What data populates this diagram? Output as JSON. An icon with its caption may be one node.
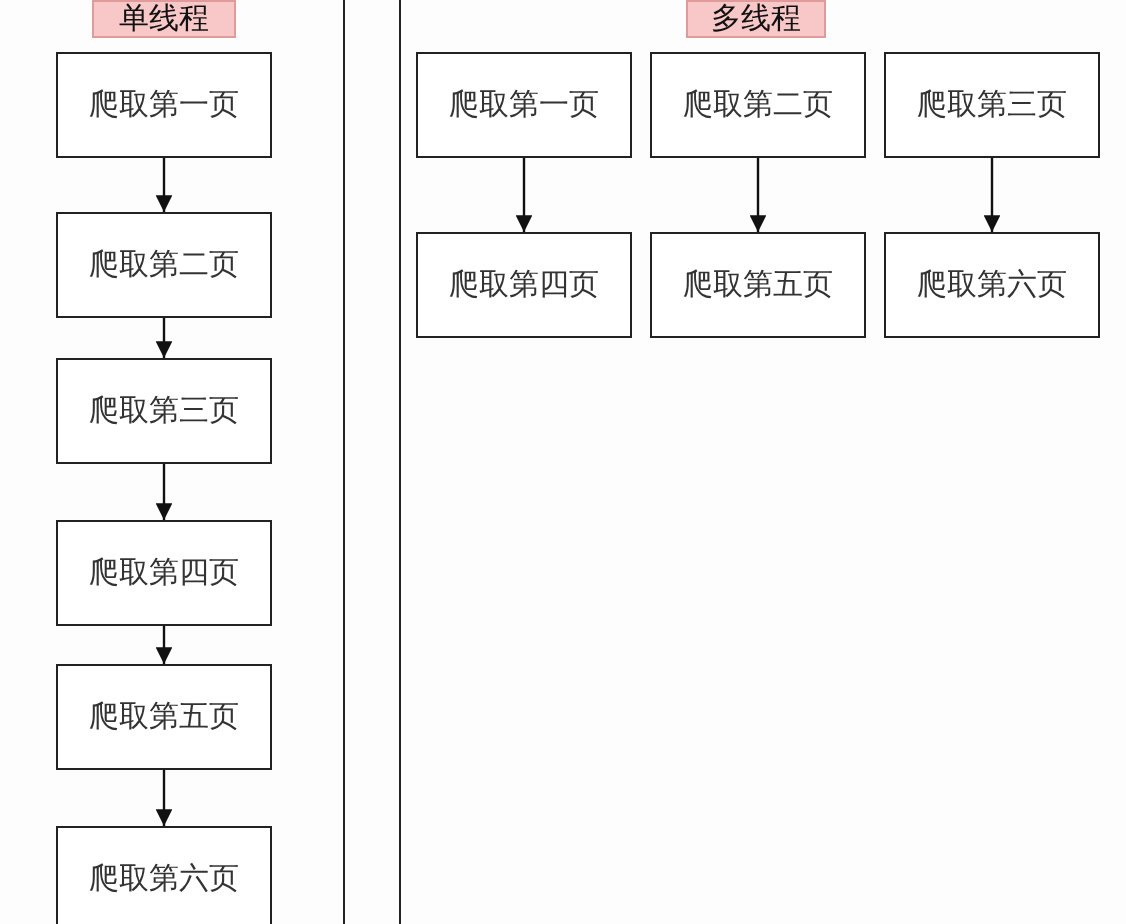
{
  "diagram": {
    "nodes": [
      {
        "text": [
          "单线程"
        ]
      },
      {
        "text": [
          "爬取第一页"
        ]
      },
      {
        "text": [
          "爬取第二页"
        ]
      },
      {
        "text": [
          "爬取第三页"
        ]
      },
      {
        "text": [
          "爬取第四页"
        ]
      },
      {
        "text": [
          "爬取第五页"
        ]
      },
      {
        "text": [
          "爬取第六页"
        ]
      },
      {
        "text": [
          "多线程"
        ]
      },
      {
        "text": [
          "爬取第一页"
        ]
      },
      {
        "text": [
          "爬取第二页"
        ]
      },
      {
        "text": [
          "爬取第三页"
        ]
      },
      {
        "text": [
          "爬取第四页"
        ]
      },
      {
        "text": [
          "爬取第五页"
        ]
      },
      {
        "text": [
          "爬取第六页"
        ]
      }
    ],
    "edges": [
      {
        "from": 1,
        "to": 2,
        "arrow": "to"
      },
      {
        "from": 2,
        "to": 3,
        "arrow": "to"
      },
      {
        "from": 3,
        "to": 4,
        "arrow": "to"
      },
      {
        "from": 4,
        "to": 5,
        "arrow": "to"
      },
      {
        "from": 5,
        "to": 6,
        "arrow": "to"
      },
      {
        "from": 8,
        "to": 11,
        "arrow": "to"
      },
      {
        "from": 9,
        "to": 12,
        "arrow": "to"
      },
      {
        "from": 10,
        "to": 13,
        "arrow": "to"
      }
    ]
  }
}
